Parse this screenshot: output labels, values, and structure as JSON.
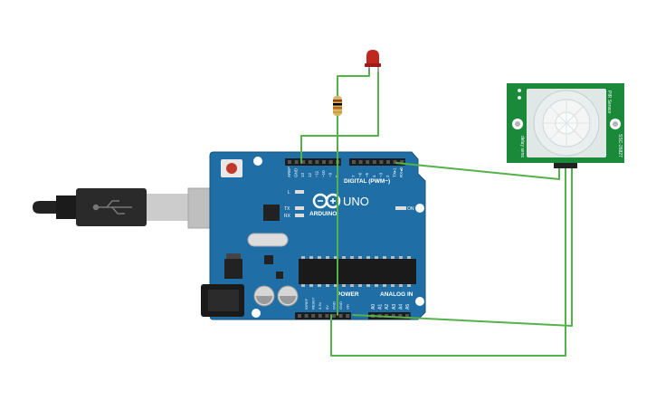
{
  "board": {
    "name": "UNO",
    "brand": "ARDUINO",
    "digital_label": "DIGITAL (PWM~)",
    "power_label": "POWER",
    "analog_label": "ANALOG IN",
    "on_label": "ON",
    "l_label": "L",
    "tx_label": "TX",
    "rx_label": "RX",
    "aref": "AREF",
    "gnd": "GND",
    "digital_pins": [
      "13",
      "12",
      "~11",
      "~10",
      "~9",
      "8",
      "7",
      "~6",
      "~5",
      "4",
      "~3",
      "2",
      "TX▸1",
      "RX◂0"
    ],
    "power_pins": [
      "IOREF",
      "RESET",
      "3.3V",
      "5V",
      "GND",
      "GND",
      "Vin"
    ],
    "analog_pins": [
      "A0",
      "A1",
      "A2",
      "A3",
      "A4",
      "A5"
    ],
    "color": "#1f6fa6"
  },
  "sensor": {
    "name": "PIR Sensor",
    "part": "SSC-26827",
    "left_text": "delay  sens",
    "color": "#1a8a3a"
  },
  "wire_color": "#54b24a",
  "led_color": "#c0281f"
}
